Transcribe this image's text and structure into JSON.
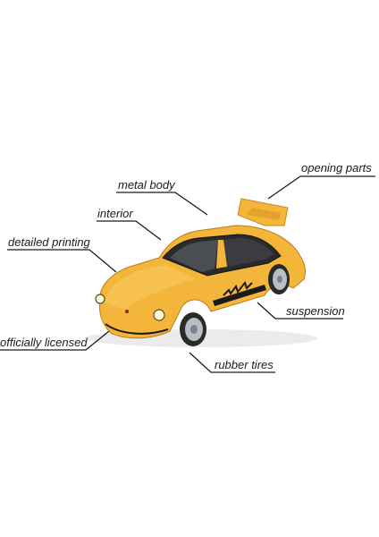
{
  "callouts": {
    "opening_parts": "opening parts",
    "metal_body": "metal body",
    "interior": "interior",
    "detailed_printing": "detailed printing",
    "officially_licensed": "officially licensed",
    "suspension": "suspension",
    "rubber_tires": "rubber tires"
  },
  "colors": {
    "car_body": "#f4b63a",
    "car_shadow": "#d9951f",
    "line": "#1a1a1a",
    "wheel": "#b9bec6"
  }
}
